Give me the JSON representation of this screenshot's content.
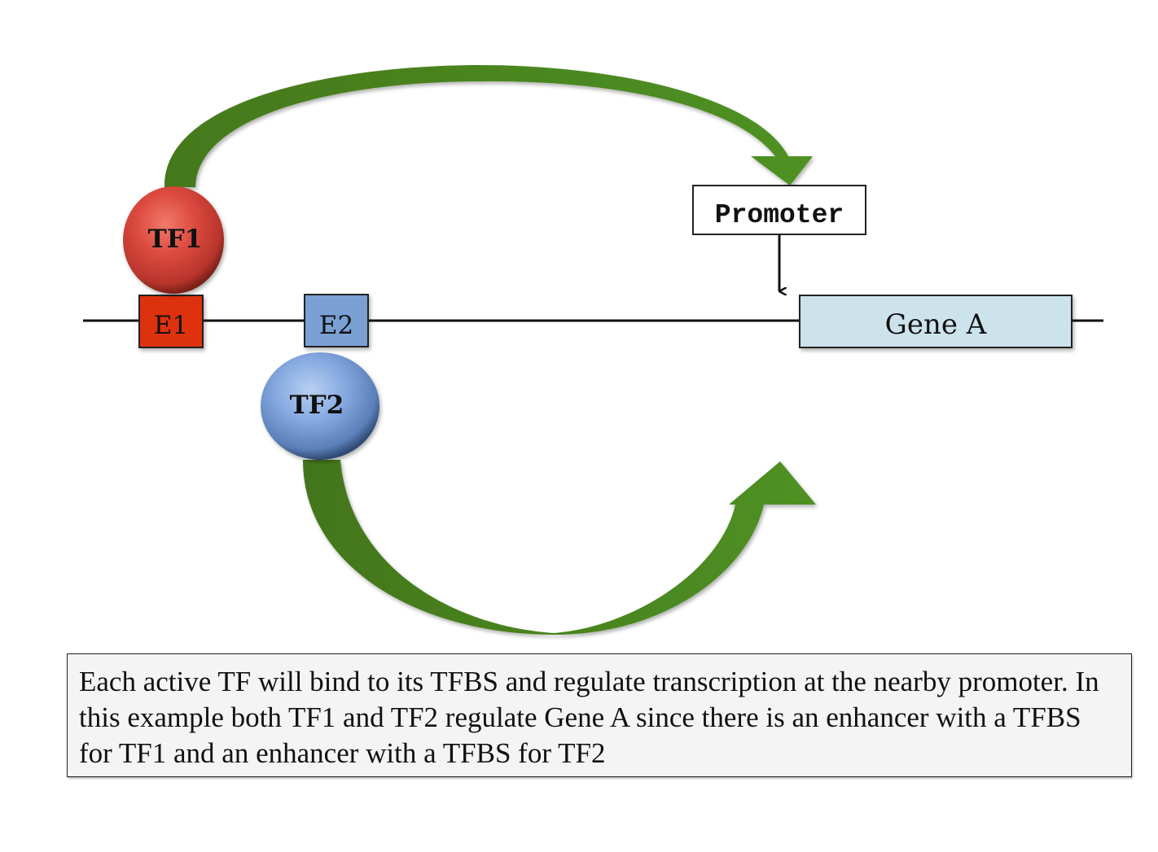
{
  "diagram": {
    "dna_elements": {
      "enhancer1": {
        "label": "E1",
        "color": "#dd3311"
      },
      "enhancer2": {
        "label": "E2",
        "color": "#7aa0d4"
      },
      "gene": {
        "label": "Gene A",
        "color": "#cde3ec"
      },
      "promoter": {
        "label": "Promoter"
      }
    },
    "transcription_factors": {
      "tf1": {
        "label": "TF1",
        "color": "#d9443a"
      },
      "tf2": {
        "label": "TF2",
        "color": "#7da4dc"
      }
    },
    "arrows": {
      "color_dark": "#45781c",
      "color_light": "#4f9122"
    },
    "caption": "Each active TF will bind to its TFBS and regulate transcription at the nearby promoter. In this example both TF1 and TF2 regulate Gene A since there is an enhancer with a TFBS for TF1 and an enhancer with a TFBS for TF2"
  }
}
